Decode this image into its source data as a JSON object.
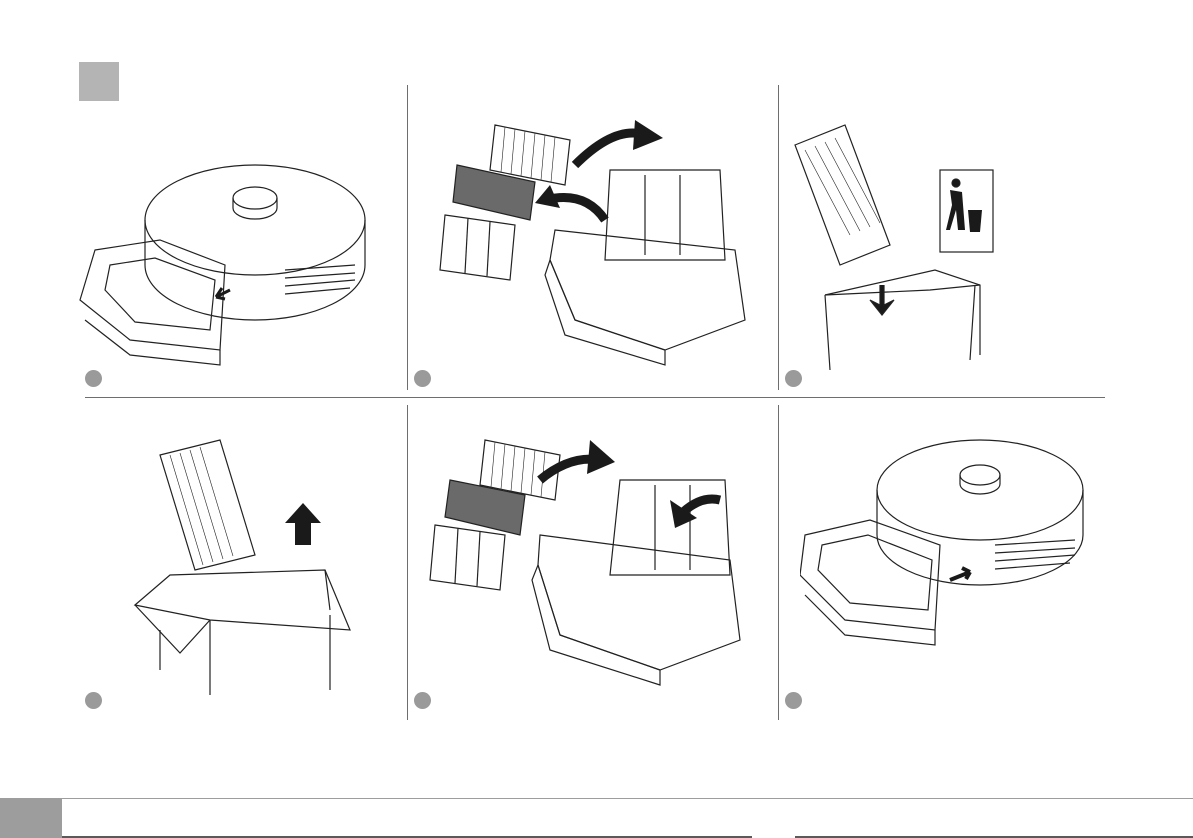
{
  "document": {
    "footer_text": ""
  },
  "steps": [
    {
      "id": 1,
      "illustration": "robot-dustbin-removal"
    },
    {
      "id": 2,
      "illustration": "filter-disassembly"
    },
    {
      "id": 3,
      "illustration": "dispose-filter-trash"
    },
    {
      "id": 4,
      "illustration": "new-filter-from-box"
    },
    {
      "id": 5,
      "illustration": "filter-reassembly"
    },
    {
      "id": 6,
      "illustration": "robot-dustbin-insertion"
    }
  ],
  "colors": {
    "header_square": "#b4b4b4",
    "step_dot": "#9a9a9a",
    "divider": "#6e6e6e",
    "footer_tab": "#9d9d9d",
    "line_art": "#222222",
    "arrow": "#1a1a1a"
  }
}
